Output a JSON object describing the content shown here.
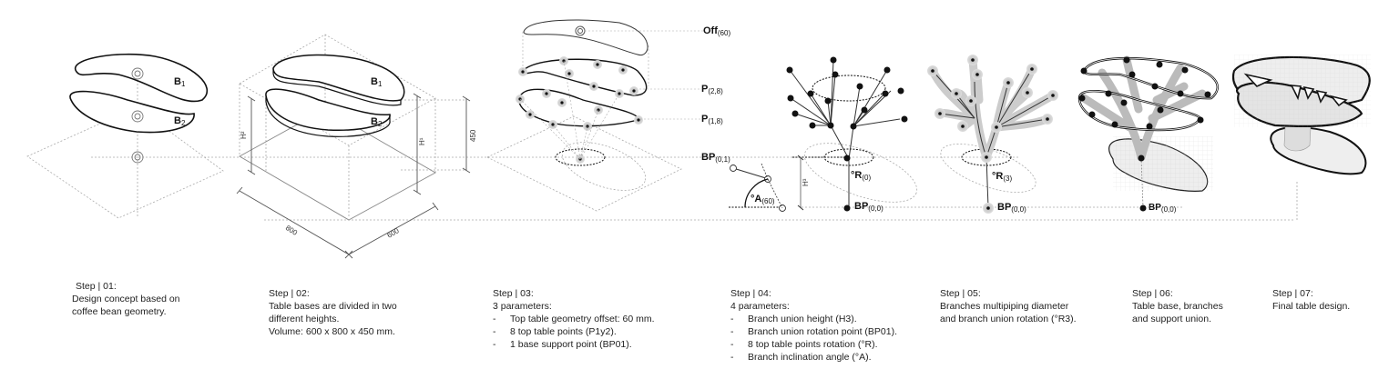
{
  "steps": [
    {
      "title": "Step | 01:",
      "lines": [
        "Design concept based on",
        "coffee bean geometry."
      ],
      "bullets": []
    },
    {
      "title": "Step | 02:",
      "lines": [
        "Table bases are divided in two",
        "different heights.",
        "Volume: 600 x 800 x 450 mm."
      ],
      "bullets": []
    },
    {
      "title": "Step | 03:",
      "lines": [
        "3 parameters:"
      ],
      "bullets": [
        "Top table geometry offset: 60 mm.",
        "8 top table points (P1y2).",
        "1 base support point (BP01)."
      ]
    },
    {
      "title": "Step | 04:",
      "lines": [
        "4 parameters:"
      ],
      "bullets": [
        "Branch union height (H3).",
        "Branch union rotation point (BP01).",
        "8 top table points rotation (°R).",
        "Branch inclination angle (°A)."
      ]
    },
    {
      "title": "Step | 05:",
      "lines": [
        "Branches multipiping diameter",
        "and branch union rotation (°R3)."
      ],
      "bullets": []
    },
    {
      "title": "Step | 06:",
      "lines": [
        "Table base, branches",
        "and support union."
      ],
      "bullets": []
    },
    {
      "title": "Step | 07:",
      "lines": [
        "Final table design."
      ],
      "bullets": []
    }
  ],
  "labels": {
    "b1": "B",
    "b1_sub": "1",
    "b2": "B",
    "b2_sub": "2",
    "b1_step2": "B",
    "b1_step2_sub": "1",
    "b2_step2": "B",
    "b2_step2_sub": "2",
    "off": "Off",
    "off_sub": "(60)",
    "p2": "P",
    "p2_sub": "(2,8)",
    "p1": "P",
    "p1_sub": "(1,8)",
    "bp01": "BP",
    "bp01_sub": "(0,1)",
    "angle": "°A",
    "angle_sub": "(60)",
    "rot0": "°R",
    "rot0_sub": "(0)",
    "bp00_step4": "BP",
    "bp00_step4_sub": "(0,0)",
    "rot3": "°R",
    "rot3_sub": "(3)",
    "bp00_step5": "BP",
    "bp00_step5_sub": "(0,0)",
    "bp00_step6": "BP",
    "bp00_step6_sub": "(0,0)"
  },
  "dimensions": {
    "height": "450",
    "width": "800",
    "depth": "600",
    "h1": "H¹",
    "h2": "H²",
    "h3": "H³"
  }
}
